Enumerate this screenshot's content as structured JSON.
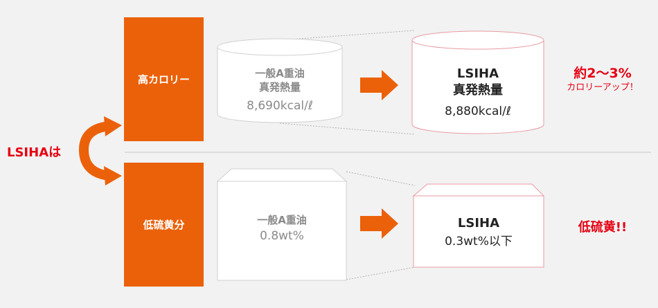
{
  "left_label": "LSIHAは",
  "rows": [
    {
      "category": "高カロリー",
      "before_title": [
        "一般A重油",
        "真発熱量"
      ],
      "before_value": "8,690kcal/ℓ",
      "after_title": [
        "LSIHA",
        "真発熱量"
      ],
      "after_value": "8,880kcal/ℓ",
      "note_main": "約2～3%",
      "note_sub": "カロリーアップ！"
    },
    {
      "category": "低硫黄分",
      "before_title": [
        "一般A重油"
      ],
      "before_value": "0.8wt%",
      "after_title": [
        "LSIHA"
      ],
      "after_value": "0.3wt%以下",
      "note_main": "低硫黄!!"
    }
  ],
  "colors": {
    "accent": "#eb6109",
    "highlight": "#e60012",
    "background": "#f2f2f2",
    "pink_border": "#e89aa2"
  }
}
